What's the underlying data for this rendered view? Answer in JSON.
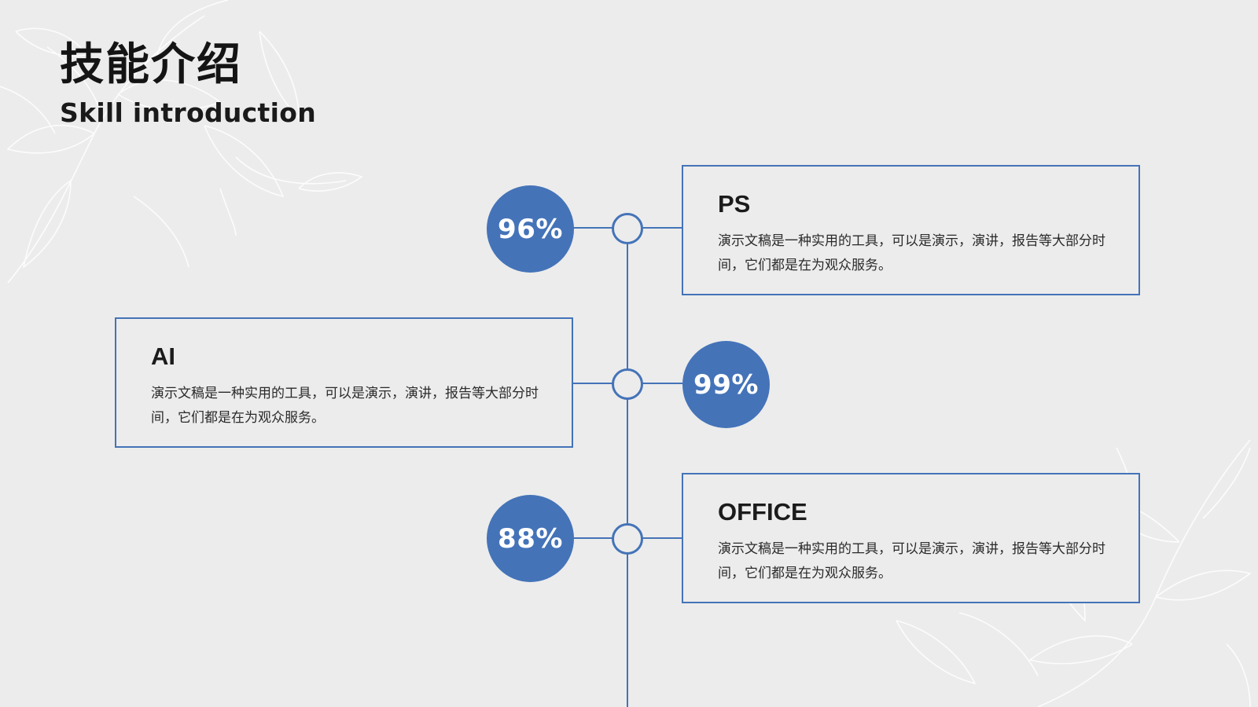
{
  "header": {
    "title": "技能介绍",
    "subtitle": "Skill introduction"
  },
  "skills": [
    {
      "name": "PS",
      "percent": "96%",
      "description": "演示文稿是一种实用的工具，可以是演示，演讲，报告等大部分时间，它们都是在为观众服务。"
    },
    {
      "name": "AI",
      "percent": "99%",
      "description": "演示文稿是一种实用的工具，可以是演示，演讲，报告等大部分时间，它们都是在为观众服务。"
    },
    {
      "name": "OFFICE",
      "percent": "88%",
      "description": "演示文稿是一种实用的工具，可以是演示，演讲，报告等大部分时间，它们都是在为观众服务。"
    }
  ],
  "colors": {
    "accent": "#4473b8",
    "background": "#ececec",
    "text": "#1f1f1f"
  },
  "icons": {
    "decoration": "floral-line-art"
  }
}
